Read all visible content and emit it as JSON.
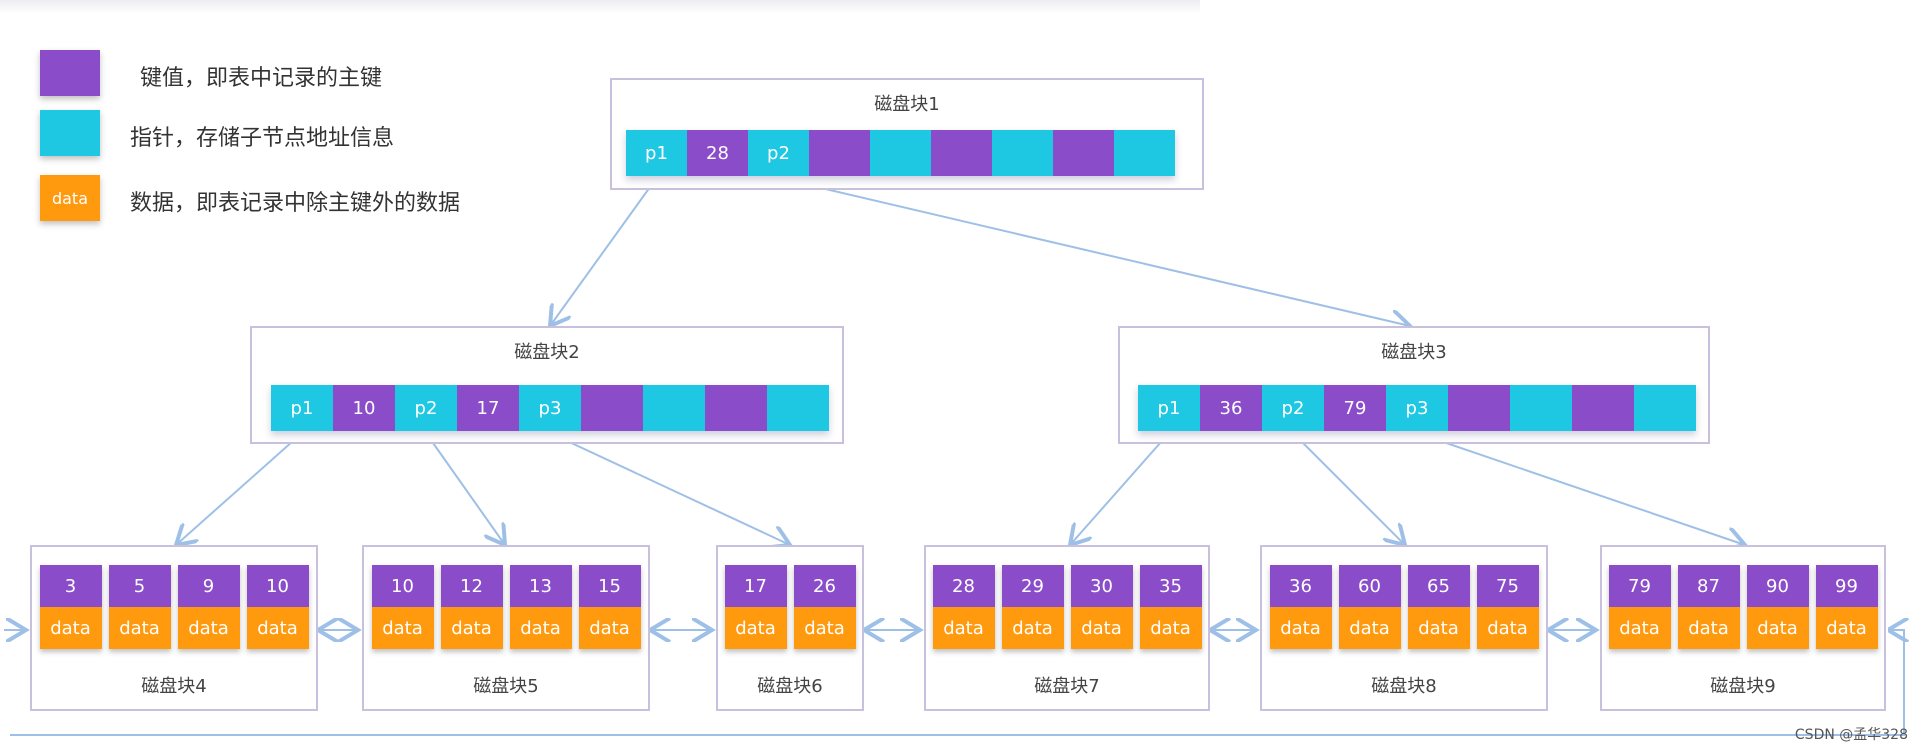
{
  "legend": [
    {
      "swatch_color": "#8a4cc9",
      "swatch_text": "",
      "label": "键值，即表中记录的主键"
    },
    {
      "swatch_color": "#1ec8e3",
      "swatch_text": "",
      "label": "指针，存储子节点地址信息"
    },
    {
      "swatch_color": "#ff9a0f",
      "swatch_text": "data",
      "label": "数据，即表记录中除主键外的数据"
    }
  ],
  "root": {
    "title": "磁盘块1",
    "cells": [
      {
        "type": "ptr",
        "text": "p1"
      },
      {
        "type": "key",
        "text": "28"
      },
      {
        "type": "ptr",
        "text": "p2"
      },
      {
        "type": "key",
        "text": ""
      },
      {
        "type": "ptr",
        "text": ""
      },
      {
        "type": "key",
        "text": ""
      },
      {
        "type": "ptr",
        "text": ""
      },
      {
        "type": "key",
        "text": ""
      },
      {
        "type": "ptr",
        "text": ""
      }
    ]
  },
  "internal": [
    {
      "title": "磁盘块2",
      "cells": [
        {
          "type": "ptr",
          "text": "p1"
        },
        {
          "type": "key",
          "text": "10"
        },
        {
          "type": "ptr",
          "text": "p2"
        },
        {
          "type": "key",
          "text": "17"
        },
        {
          "type": "ptr",
          "text": "p3"
        },
        {
          "type": "key",
          "text": ""
        },
        {
          "type": "ptr",
          "text": ""
        },
        {
          "type": "key",
          "text": ""
        },
        {
          "type": "ptr",
          "text": ""
        }
      ]
    },
    {
      "title": "磁盘块3",
      "cells": [
        {
          "type": "ptr",
          "text": "p1"
        },
        {
          "type": "key",
          "text": "36"
        },
        {
          "type": "ptr",
          "text": "p2"
        },
        {
          "type": "key",
          "text": "79"
        },
        {
          "type": "ptr",
          "text": "p3"
        },
        {
          "type": "key",
          "text": ""
        },
        {
          "type": "ptr",
          "text": ""
        },
        {
          "type": "key",
          "text": ""
        },
        {
          "type": "ptr",
          "text": ""
        }
      ]
    }
  ],
  "data_label": "data",
  "leaves": [
    {
      "title": "磁盘块4",
      "keys": [
        "3",
        "5",
        "9",
        "10"
      ]
    },
    {
      "title": "磁盘块5",
      "keys": [
        "10",
        "12",
        "13",
        "15"
      ]
    },
    {
      "title": "磁盘块6",
      "keys": [
        "17",
        "26"
      ]
    },
    {
      "title": "磁盘块7",
      "keys": [
        "28",
        "29",
        "30",
        "35"
      ]
    },
    {
      "title": "磁盘块8",
      "keys": [
        "36",
        "60",
        "65",
        "75"
      ]
    },
    {
      "title": "磁盘块9",
      "keys": [
        "79",
        "87",
        "90",
        "99"
      ]
    }
  ],
  "colors": {
    "key": "#8a4cc9",
    "pointer": "#1ec8e3",
    "data": "#ff9a0f",
    "arrow": "#9fc0e6",
    "border": "#c9c0de"
  },
  "credit": "CSDN @孟华328"
}
